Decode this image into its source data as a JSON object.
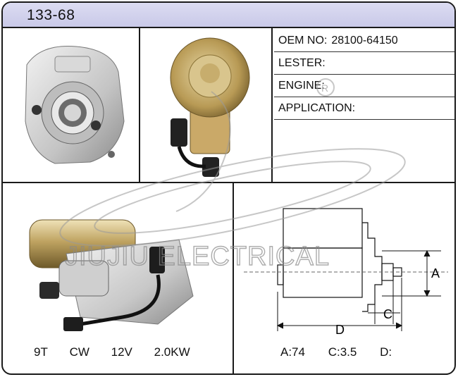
{
  "header": {
    "code": "133-68"
  },
  "info": {
    "oem_label": "OEM NO:",
    "oem_value": "28100-64150",
    "lester_label": "LESTER:",
    "lester_value": "",
    "engine_label": "ENGINE:",
    "engine_value": "",
    "application_label": "APPLICATION:",
    "application_value": ""
  },
  "specs": {
    "teeth": "9T",
    "rotation": "CW",
    "voltage": "12V",
    "power": "2.0KW"
  },
  "dimensions": {
    "a": "A:74",
    "c": "C:3.5",
    "d": "D:",
    "label_a": "A",
    "label_c": "C",
    "label_d": "D"
  },
  "watermark": {
    "text": "JIUJIU ELECTRICAL",
    "mark": "R"
  },
  "icons": [
    "starter-front-icon",
    "starter-rear-icon",
    "starter-side-icon",
    "dimension-drawing-icon"
  ],
  "colors": {
    "header_bg": "#cfcfec",
    "border": "#1a1a1a",
    "gold": "#b89a55",
    "silver": "#c9c9c9"
  }
}
